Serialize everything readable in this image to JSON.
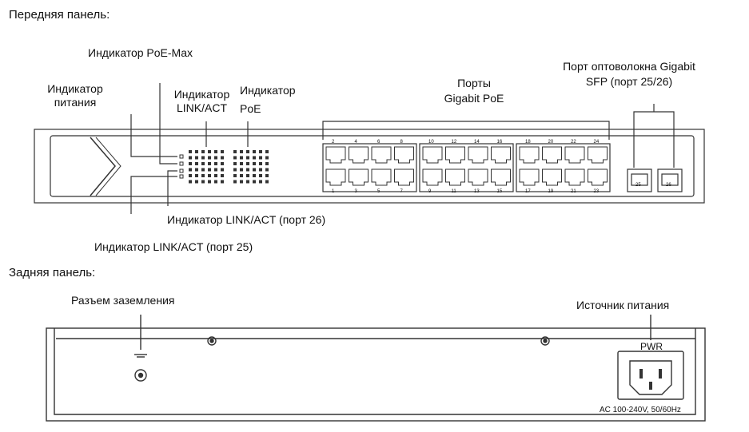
{
  "front": {
    "heading": "Передняя панель:",
    "labels": {
      "poe_max": "Индикатор PoE-Max",
      "power_l1": "Индикатор",
      "power_l2": "питания",
      "linkact_l1": "Индикатор",
      "linkact_l2": "LINK/ACT",
      "poe_l1": "Индикатор",
      "poe_l2": "PoE",
      "ports_l1": "Порты",
      "ports_l2": "Gigabit PoE",
      "sfp_l1": "Порт оптоволокна Gigabit",
      "sfp_l2": "SFP (порт 25/26)",
      "link26": "Индикатор LINK/ACT (порт 26)",
      "link25": "Индикатор LINK/ACT (порт 25)"
    },
    "top_port_numbers": [
      "2",
      "4",
      "6",
      "8",
      "10",
      "12",
      "14",
      "16",
      "18",
      "20",
      "22",
      "24"
    ],
    "bottom_port_numbers": [
      "1",
      "3",
      "5",
      "7",
      "9",
      "11",
      "13",
      "15",
      "17",
      "19",
      "21",
      "23"
    ],
    "sfp_numbers": [
      "25",
      "26"
    ]
  },
  "rear": {
    "heading": "Задняя панель:",
    "ground_label": "Разъем заземления",
    "power_label": "Источник питания",
    "pwr_text": "PWR",
    "rating_text": "AC 100-240V, 50/60Hz"
  }
}
